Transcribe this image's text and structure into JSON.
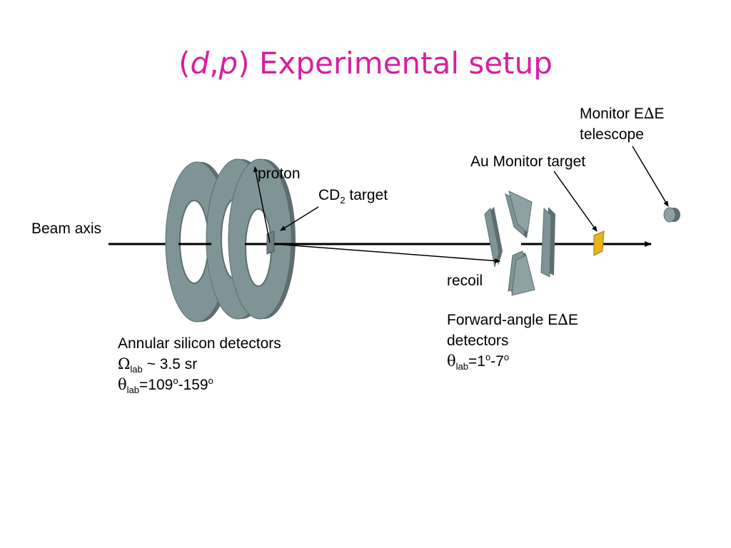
{
  "title": {
    "paren_open": "(",
    "d": "d",
    "comma": ",",
    "p": "p",
    "rest": ") Experimental setup",
    "color": "#d61fa0"
  },
  "labels": {
    "beam_axis": "Beam axis",
    "proton": "proton",
    "cd2_target": {
      "prefix": "CD",
      "sub": "2",
      "suffix": " target"
    },
    "recoil": "recoil",
    "au_monitor_target": "Au Monitor target",
    "monitor_telescope": {
      "line1_prefix": "Monitor E",
      "delta": "∆",
      "line1_suffix": "E",
      "line2": "telescope"
    },
    "annular": {
      "line1": "Annular silicon detectors",
      "omega": "Ω",
      "omega_sub": "lab",
      "omega_value": " ~ 3.5 sr",
      "theta": "θ",
      "theta_sub": "lab",
      "theta_a": "=109",
      "theta_sup_a": "o",
      "theta_b": "-159",
      "theta_sup_b": "o"
    },
    "forward": {
      "line1_prefix": "Forward-angle E",
      "delta": "∆",
      "line1_suffix": "E",
      "line2": "detectors",
      "theta": "θ",
      "theta_sub": "lab",
      "theta_a": "=1",
      "theta_sup_a": "o",
      "theta_b": "-7",
      "theta_sup_b": "o"
    }
  },
  "colors": {
    "detector_face": "#7f9496",
    "detector_edge": "#5d6e70",
    "target_gold": "#e9b41c",
    "title_magenta": "#d61fa0"
  }
}
